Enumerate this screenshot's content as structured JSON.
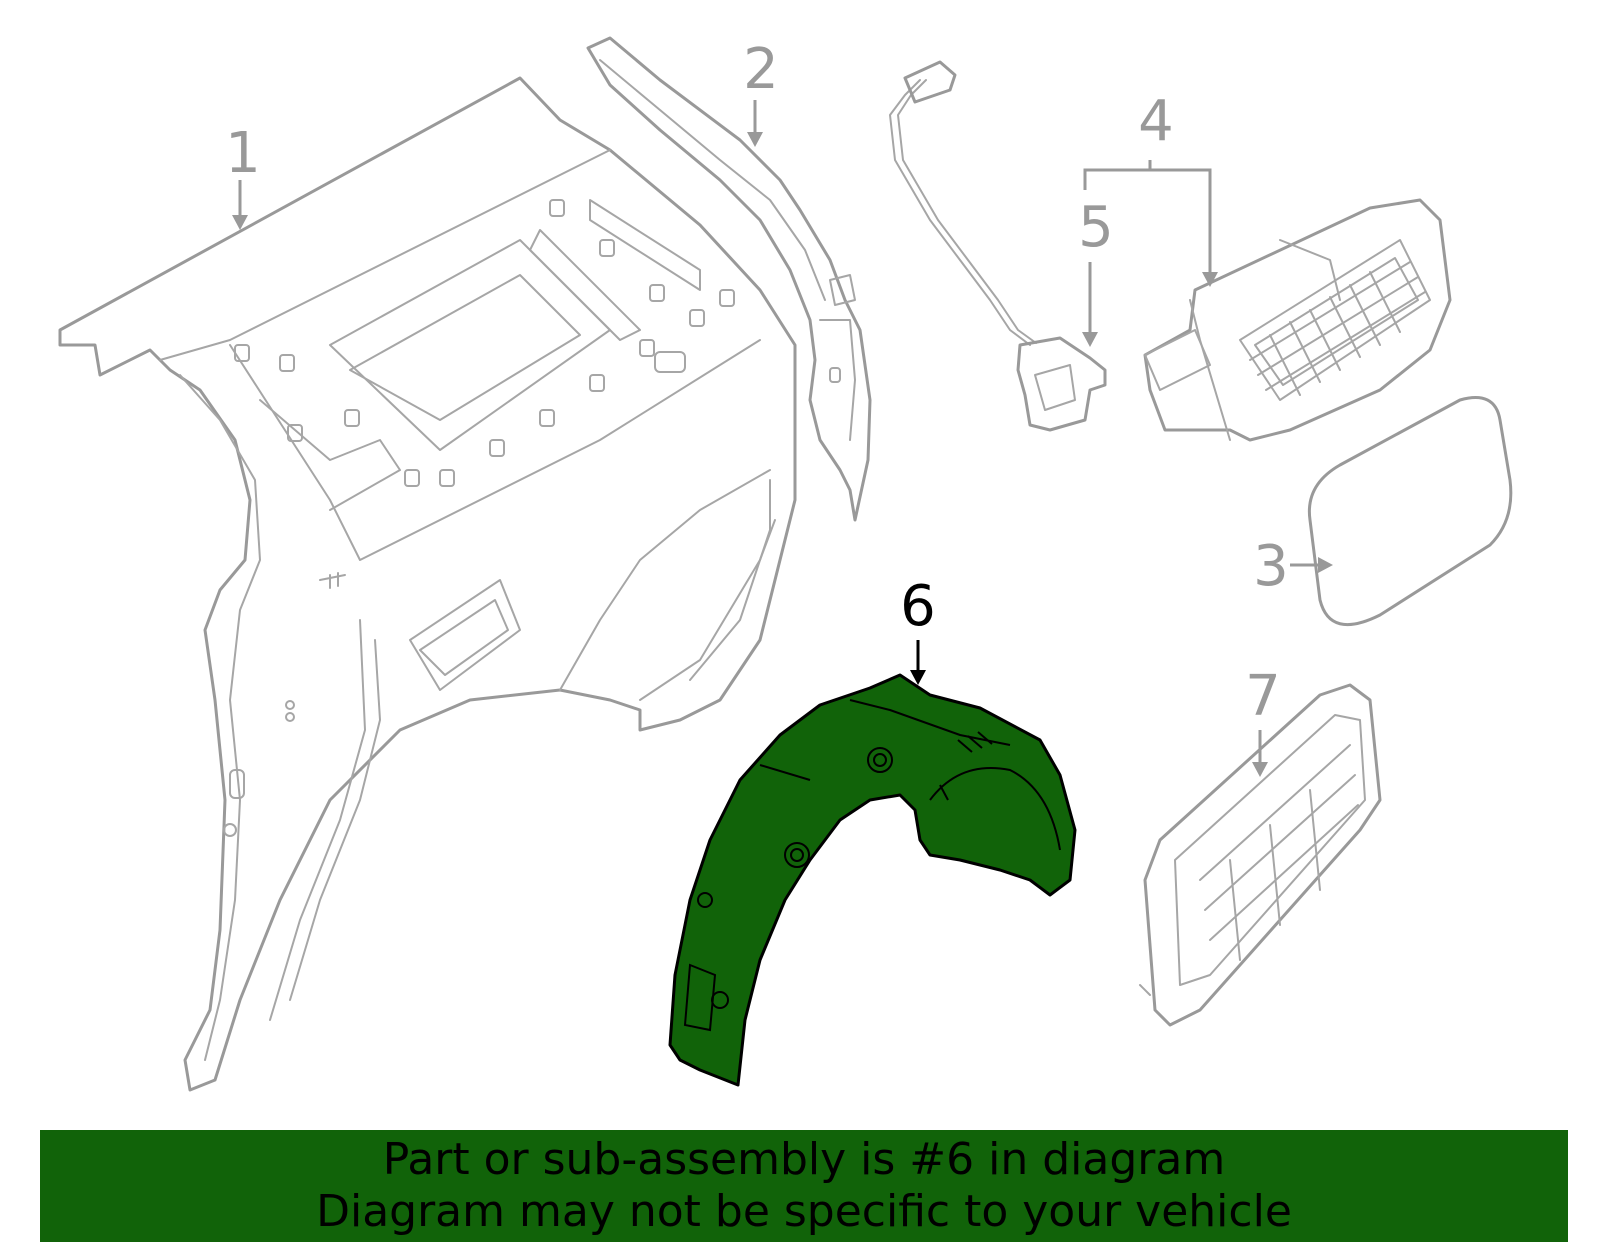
{
  "colors": {
    "highlight": "#116309",
    "outline": "#999999",
    "banner": "#116309",
    "highlight_outline": "#000000"
  },
  "callouts": [
    {
      "id": "1",
      "label": "1"
    },
    {
      "id": "2",
      "label": "2"
    },
    {
      "id": "3",
      "label": "3"
    },
    {
      "id": "4",
      "label": "4"
    },
    {
      "id": "5",
      "label": "5"
    },
    {
      "id": "6",
      "label": "6",
      "highlighted": true
    },
    {
      "id": "7",
      "label": "7"
    }
  ],
  "footer": {
    "line1": "Part or sub-assembly is #6 in diagram",
    "line2": "Diagram may not be specific to your vehicle"
  }
}
